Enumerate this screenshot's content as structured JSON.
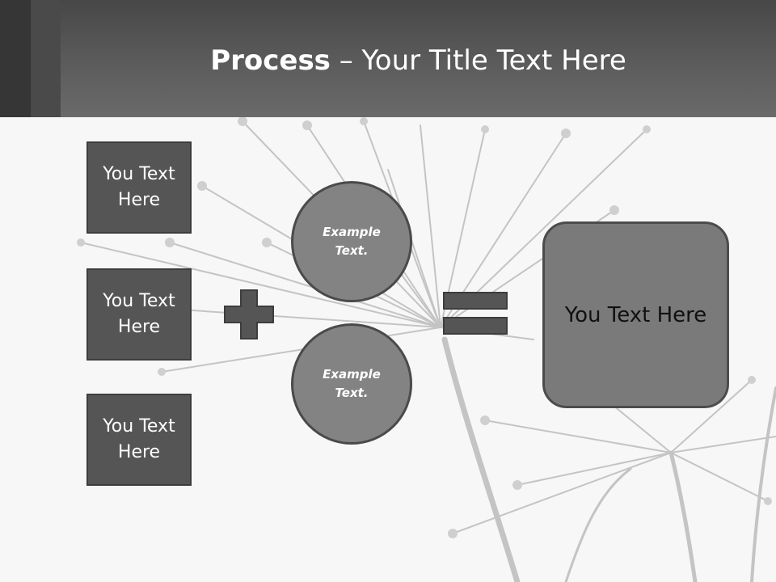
{
  "header": {
    "title_bold": "Process",
    "title_rest": " – Your Title Text Here"
  },
  "left_boxes": [
    {
      "text": "You Text Here"
    },
    {
      "text": "You Text Here"
    },
    {
      "text": "You Text Here"
    }
  ],
  "circles": [
    {
      "text": "Example Text."
    },
    {
      "text": "Example Text."
    }
  ],
  "operators": {
    "plus": "plus-icon",
    "equals": "equals-icon"
  },
  "result": {
    "text": "You Text Here"
  },
  "colors": {
    "header_dark": "#474747",
    "box_fill": "#555555",
    "circle_fill": "#838383",
    "result_fill": "#7a7a7a",
    "operator_fill": "#555555",
    "background": "#f7f7f7"
  }
}
